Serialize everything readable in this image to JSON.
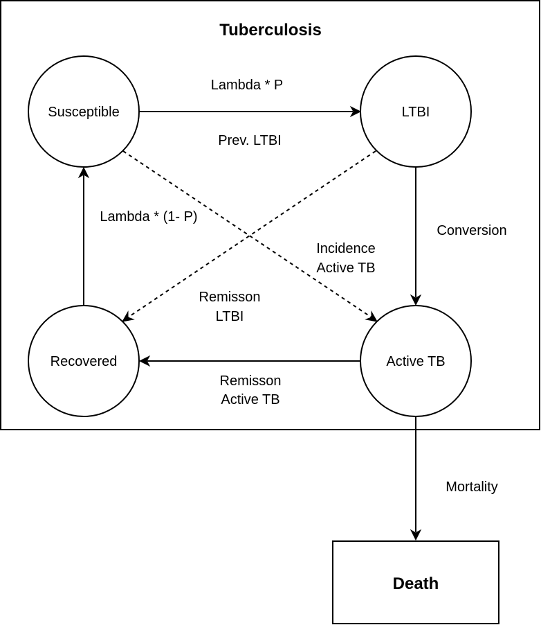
{
  "diagram": {
    "title": "Tuberculosis",
    "nodes": {
      "susceptible": "Susceptible",
      "ltbi": "LTBI",
      "recovered": "Recovered",
      "active_tb": "Active TB",
      "death": "Death"
    },
    "edges": {
      "susceptible_to_ltbi": {
        "from": "Susceptible",
        "to": "LTBI",
        "style": "solid",
        "label": "Lambda * P"
      },
      "prev_ltbi": {
        "label": "Prev. LTBI"
      },
      "recovered_to_susceptible": {
        "from": "Recovered",
        "to": "Susceptible",
        "style": "solid",
        "label": "Lambda * (1- P)"
      },
      "ltbi_to_active": {
        "from": "LTBI",
        "to": "Active TB",
        "style": "solid",
        "label": "Conversion"
      },
      "susceptible_to_active": {
        "from": "Susceptible",
        "to": "Active TB",
        "style": "dashed",
        "label_line1": "Incidence",
        "label_line2": "Active TB"
      },
      "ltbi_to_recovered": {
        "from": "LTBI",
        "to": "Recovered",
        "style": "dashed",
        "label_line1": "Remisson",
        "label_line2": "LTBI"
      },
      "active_to_recovered": {
        "from": "Active TB",
        "to": "Recovered",
        "style": "solid",
        "label_line1": "Remisson",
        "label_line2": "Active TB"
      },
      "active_to_death": {
        "from": "Active TB",
        "to": "Death",
        "style": "solid",
        "label": "Mortality"
      }
    }
  }
}
